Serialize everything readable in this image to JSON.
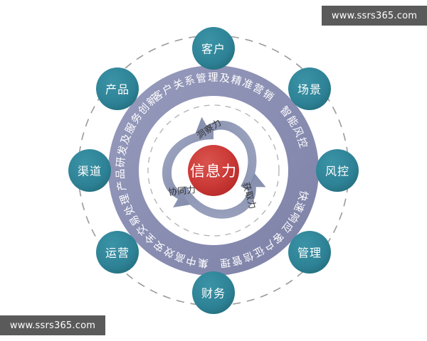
{
  "watermarks": {
    "top_right": "www.ssrs365.com",
    "bottom_left": "www.ssrs365.com"
  },
  "colors": {
    "background": "#ffffff",
    "node_fill": "#2e8296",
    "ring_fill": "#8e92b4",
    "core_fill": "#cc3333",
    "dashed_circle": "#9a9a9a",
    "swirl_fill": "#7b86a8",
    "watermark_bg": "#5a5a5a",
    "label_text": "#ffffff",
    "arm_text": "#333333"
  },
  "core": {
    "label": "信息力"
  },
  "arms": [
    {
      "id": "insight",
      "label": "洞察力"
    },
    {
      "id": "acquisition",
      "label": "获取力"
    },
    {
      "id": "collaboration",
      "label": "协同力"
    }
  ],
  "inner_ring": {
    "segments": [
      {
        "id": "crm-marketing",
        "label": "客户关系管理及精准营销"
      },
      {
        "id": "product-rd",
        "label": "产品研发及服务创新"
      },
      {
        "id": "intelligent-risk",
        "label": "智能风控"
      },
      {
        "id": "rapid-response",
        "label": "快速响应"
      },
      {
        "id": "credit-management",
        "label": "客户征信管理"
      },
      {
        "id": "transaction-processing",
        "label": "集中高效安全交易处理"
      }
    ]
  },
  "outer_nodes": [
    {
      "id": "customer",
      "label": "客户",
      "angle": -90
    },
    {
      "id": "scenario",
      "label": "场景",
      "angle": -45
    },
    {
      "id": "risk",
      "label": "风控",
      "angle": 0
    },
    {
      "id": "management",
      "label": "管理",
      "angle": 45
    },
    {
      "id": "finance",
      "label": "财务",
      "angle": 90
    },
    {
      "id": "operations",
      "label": "运营",
      "angle": 135
    },
    {
      "id": "channel",
      "label": "渠道",
      "angle": 180
    },
    {
      "id": "product",
      "label": "产品",
      "angle": -135
    }
  ]
}
